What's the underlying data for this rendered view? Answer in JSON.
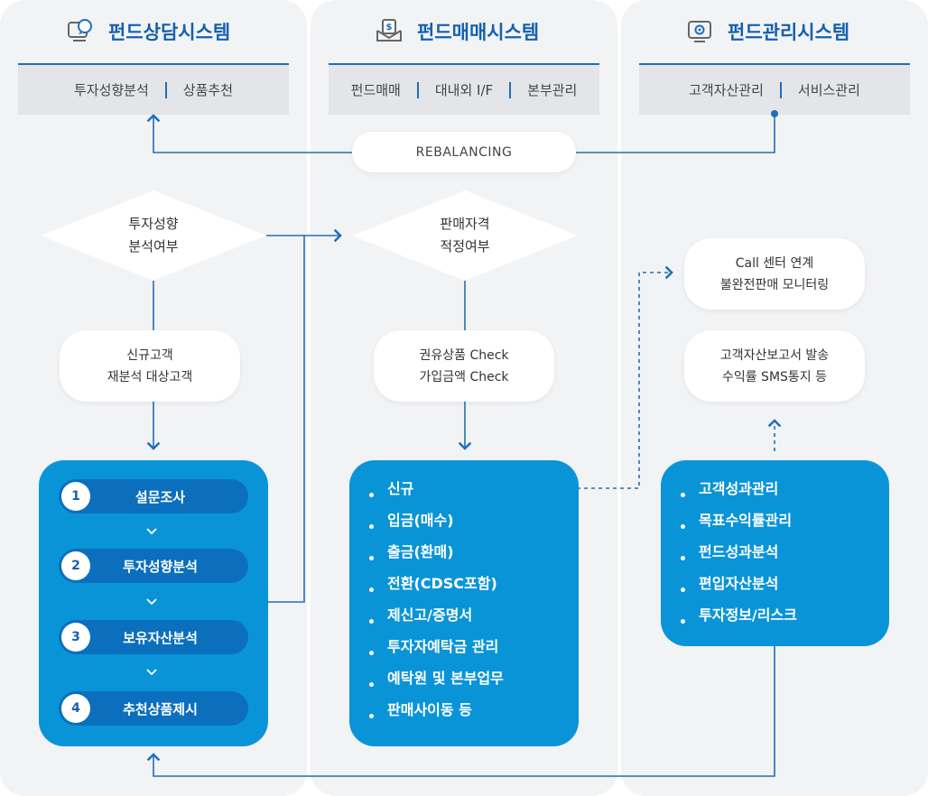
{
  "columns": [
    {
      "title": "펀드상담시스템",
      "icon": "chat-monitor-icon",
      "subbar": [
        "투자성향분석",
        "상품추천"
      ],
      "diamond": [
        "투자성향",
        "분석여부"
      ],
      "pill": [
        "신규고객",
        "재분석 대상고객"
      ],
      "steps": [
        {
          "num": "1",
          "label": "설문조사"
        },
        {
          "num": "2",
          "label": "투자성향분석"
        },
        {
          "num": "3",
          "label": "보유자산분석"
        },
        {
          "num": "4",
          "label": "추천상품제시"
        }
      ]
    },
    {
      "title": "펀드매매시스템",
      "icon": "money-box-icon",
      "subbar": [
        "펀드매매",
        "대내외 I/F",
        "본부관리"
      ],
      "diamond": [
        "판매자격",
        "적정여부"
      ],
      "pill": [
        "권유상품 Check",
        "가입금액 Check"
      ],
      "list": [
        "신규",
        "입금(매수)",
        "출금(환매)",
        "전환(CDSC포함)",
        "제신고/증명서",
        "투자자예탁금 관리",
        "예탁원 및 본부업무",
        "판매사이동 등"
      ]
    },
    {
      "title": "펀드관리시스템",
      "icon": "gear-monitor-icon",
      "subbar": [
        "고객자산관리",
        "서비스관리"
      ],
      "pill_top": [
        "Call 센터 연계",
        "불완전판매 모니터링"
      ],
      "pill_mid": [
        "고객자산보고서 발송",
        "수익률 SMS통지 등"
      ],
      "list": [
        "고객성과관리",
        "목표수익률관리",
        "펀드성과분석",
        "편입자산분석",
        "투자정보/리스크"
      ]
    }
  ],
  "rebalancing": "REBALANCING",
  "colors": {
    "accent": "#1560ae",
    "blue_box": "#0a94d8",
    "step_pill": "#0b6fbd",
    "column_bg": "#f2f3f5"
  }
}
